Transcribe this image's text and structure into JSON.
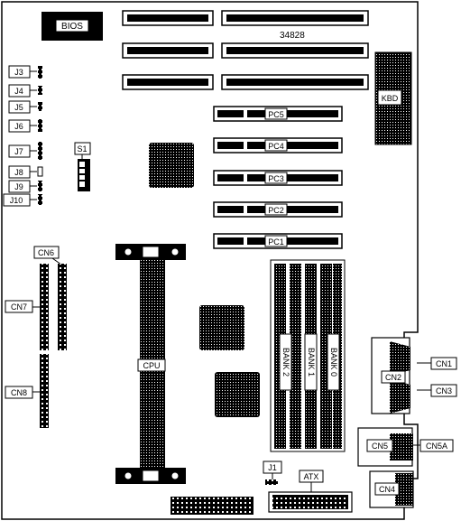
{
  "board": {
    "model": "34828",
    "bios_label": "BIOS",
    "kbd_label": "KBD",
    "cpu_label": "CPU",
    "atx_label": "ATX",
    "switch_label": "S1",
    "pci_slots": [
      "PC5",
      "PC4",
      "PC3",
      "PC2",
      "PC1"
    ],
    "banks": [
      "BANK 2",
      "BANK 1",
      "BANK 0"
    ],
    "jumpers": [
      "J3",
      "J4",
      "J5",
      "J6",
      "J7",
      "J8",
      "J9",
      "J10",
      "J1"
    ],
    "connectors": [
      "CN6",
      "CN7",
      "CN8",
      "CN1",
      "CN2",
      "CN3",
      "CN5",
      "CN5A",
      "CN4"
    ]
  }
}
